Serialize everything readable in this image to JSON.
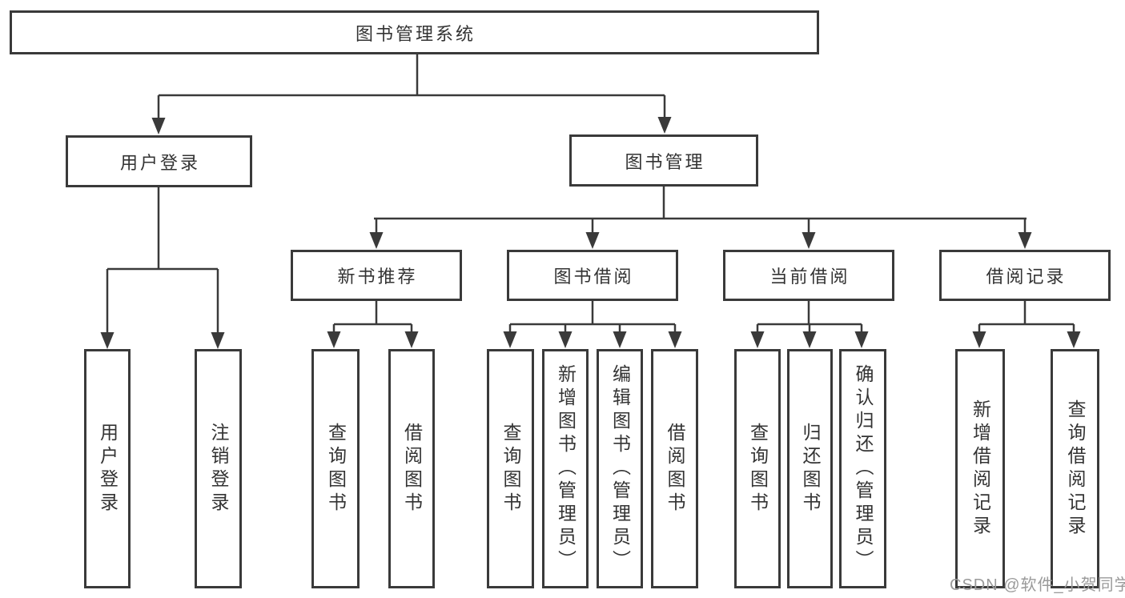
{
  "nodes": {
    "root": "图书管理系统",
    "user_login": "用户登录",
    "book_mgmt": "图书管理",
    "new_book_rec": "新书推荐",
    "book_borrow": "图书借阅",
    "current_borrow": "当前借阅",
    "borrow_record": "借阅记录",
    "leaf_user_login": "用户登录",
    "leaf_logout": "注销登录",
    "leaf_query_book_1": "查询图书",
    "leaf_borrow_book_1": "借阅图书",
    "leaf_query_book_2": "查询图书",
    "leaf_add_book": "新增图书（管理员）",
    "leaf_edit_book": "编辑图书（管理员）",
    "leaf_borrow_book_2": "借阅图书",
    "leaf_query_book_3": "查询图书",
    "leaf_return_book": "归还图书",
    "leaf_confirm_return": "确认归还（管理员）",
    "leaf_add_record": "新增借阅记录",
    "leaf_query_record": "查询借阅记录"
  },
  "watermark": "CSDN @软件_小贺同学",
  "colors": {
    "line": "#3a3a3a",
    "text": "#333333",
    "watermark": "#9a9a9a",
    "background": "#ffffff"
  }
}
